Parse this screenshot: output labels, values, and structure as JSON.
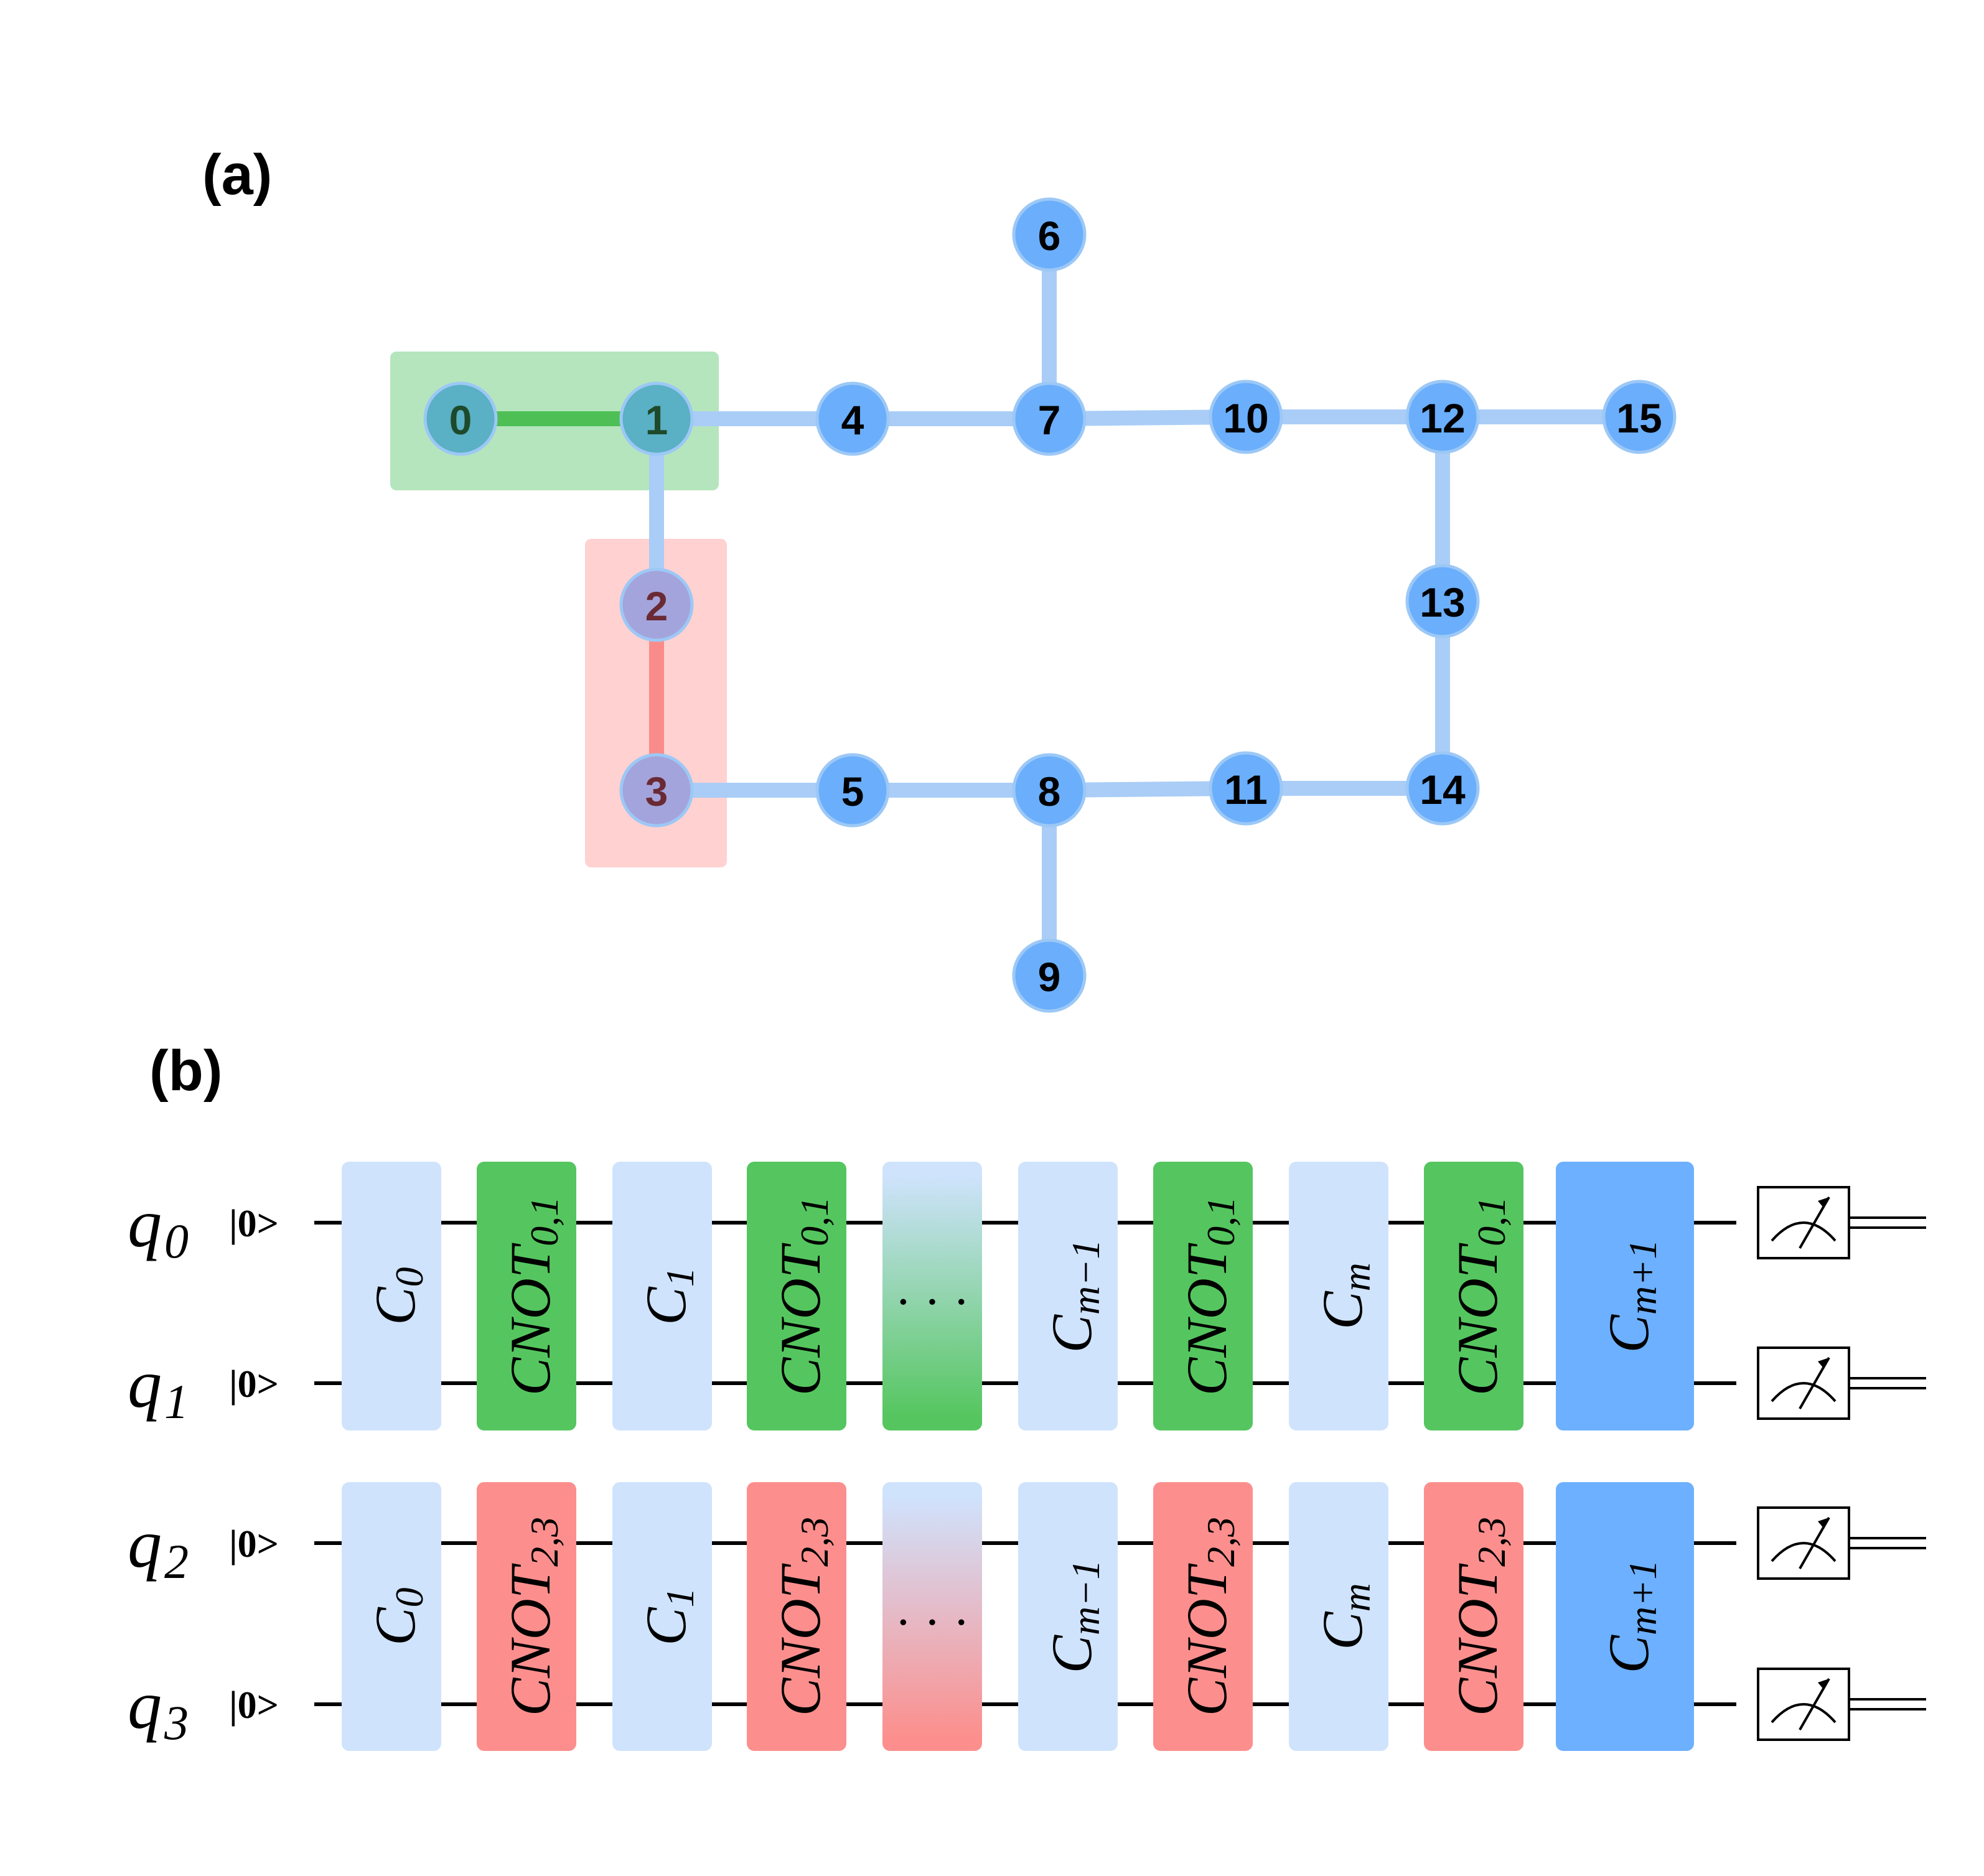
{
  "panels": {
    "a_label": "(a)",
    "b_label": "(b)"
  },
  "colors": {
    "node_blue": "#6aaefc",
    "edge_blue": "#a9cdf6",
    "green_highlight": "#b5e5bd",
    "green_edge": "#4dbf55",
    "red_highlight": "#ffd1d1",
    "red_edge": "#f98c8a",
    "gate_light": "#cfe3fd",
    "gate_green": "#55c65f",
    "gate_red": "#fc8f8d",
    "gate_blue": "#6cb0ff"
  },
  "graph": {
    "nodes": [
      {
        "id": "0",
        "group": "green"
      },
      {
        "id": "1",
        "group": "green"
      },
      {
        "id": "2",
        "group": "red"
      },
      {
        "id": "3",
        "group": "red"
      },
      {
        "id": "4",
        "group": "blue"
      },
      {
        "id": "5",
        "group": "blue"
      },
      {
        "id": "6",
        "group": "blue"
      },
      {
        "id": "7",
        "group": "blue"
      },
      {
        "id": "8",
        "group": "blue"
      },
      {
        "id": "9",
        "group": "blue"
      },
      {
        "id": "10",
        "group": "blue"
      },
      {
        "id": "11",
        "group": "blue"
      },
      {
        "id": "12",
        "group": "blue"
      },
      {
        "id": "13",
        "group": "blue"
      },
      {
        "id": "14",
        "group": "blue"
      },
      {
        "id": "15",
        "group": "blue"
      }
    ],
    "edges": [
      [
        "0",
        "1",
        "green"
      ],
      [
        "1",
        "4",
        "blue"
      ],
      [
        "4",
        "7",
        "blue"
      ],
      [
        "7",
        "6",
        "blue"
      ],
      [
        "7",
        "10",
        "blue"
      ],
      [
        "10",
        "12",
        "blue"
      ],
      [
        "12",
        "15",
        "blue"
      ],
      [
        "12",
        "13",
        "blue"
      ],
      [
        "13",
        "14",
        "blue"
      ],
      [
        "1",
        "2",
        "blue"
      ],
      [
        "2",
        "3",
        "red"
      ],
      [
        "3",
        "5",
        "blue"
      ],
      [
        "5",
        "8",
        "blue"
      ],
      [
        "8",
        "9",
        "blue"
      ],
      [
        "8",
        "11",
        "blue"
      ],
      [
        "11",
        "14",
        "blue"
      ]
    ]
  },
  "circuit": {
    "ket": "|0>",
    "qubits": [
      {
        "name": "q",
        "sub": "0"
      },
      {
        "name": "q",
        "sub": "1"
      },
      {
        "name": "q",
        "sub": "2"
      },
      {
        "name": "q",
        "sub": "3"
      }
    ],
    "rows": [
      {
        "cnot_color": "green",
        "gates": [
          {
            "kind": "light",
            "main": "C",
            "sub": "0"
          },
          {
            "kind": "cnot",
            "main": "CNOT",
            "sub": "0,1"
          },
          {
            "kind": "light",
            "main": "C",
            "sub": "1"
          },
          {
            "kind": "cnot",
            "main": "CNOT",
            "sub": "0,1"
          },
          {
            "kind": "ellipsis",
            "main": "· · ·",
            "sub": ""
          },
          {
            "kind": "light",
            "main": "C",
            "sub": "m−1"
          },
          {
            "kind": "cnot",
            "main": "CNOT",
            "sub": "0,1"
          },
          {
            "kind": "light",
            "main": "C",
            "sub": "m"
          },
          {
            "kind": "cnot",
            "main": "CNOT",
            "sub": "0,1"
          },
          {
            "kind": "final",
            "main": "C",
            "sub": "m+1"
          }
        ]
      },
      {
        "cnot_color": "red",
        "gates": [
          {
            "kind": "light",
            "main": "C",
            "sub": "0"
          },
          {
            "kind": "cnot",
            "main": "CNOT",
            "sub": "2,3"
          },
          {
            "kind": "light",
            "main": "C",
            "sub": "1"
          },
          {
            "kind": "cnot",
            "main": "CNOT",
            "sub": "2,3"
          },
          {
            "kind": "ellipsis",
            "main": "· · ·",
            "sub": ""
          },
          {
            "kind": "light",
            "main": "C",
            "sub": "m−1"
          },
          {
            "kind": "cnot",
            "main": "CNOT",
            "sub": "2,3"
          },
          {
            "kind": "light",
            "main": "C",
            "sub": "m"
          },
          {
            "kind": "cnot",
            "main": "CNOT",
            "sub": "2,3"
          },
          {
            "kind": "final",
            "main": "C",
            "sub": "m+1"
          }
        ]
      }
    ],
    "measurement_icon": "meter-icon"
  }
}
